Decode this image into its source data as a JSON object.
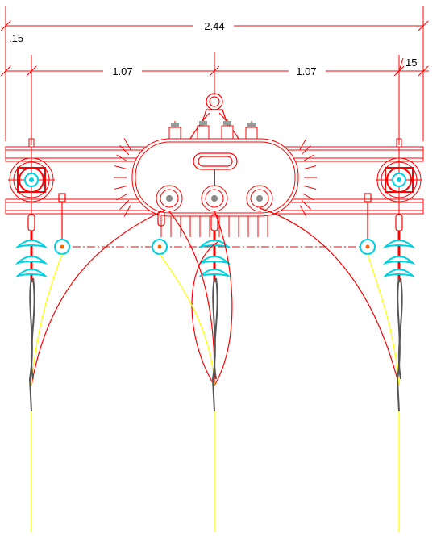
{
  "drawing": {
    "dimensions": {
      "overall": "2.44",
      "left_offset": ".15",
      "right_offset": "15",
      "left_span": "1.07",
      "right_span": "1.07"
    }
  },
  "colors": {
    "structure": "#ff0000",
    "insulator": "#00d0e0",
    "conductor_yellow": "#ffff00",
    "cable_dark": "#555555",
    "dimension_text": "#000000",
    "background": "#ffffff"
  }
}
